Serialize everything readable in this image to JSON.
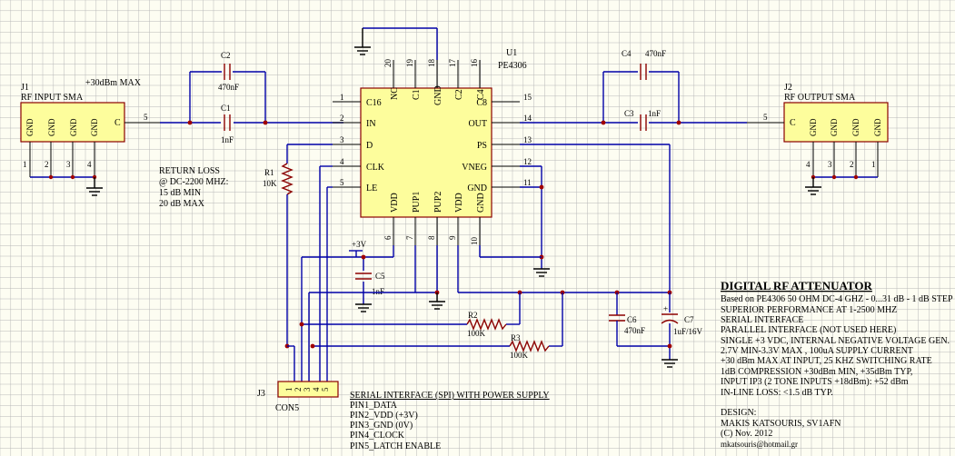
{
  "u1": {
    "ref": "U1",
    "part": "PE4306",
    "pins_left": [
      {
        "num": "1",
        "name": "C16"
      },
      {
        "num": "2",
        "name": "IN"
      },
      {
        "num": "3",
        "name": "D"
      },
      {
        "num": "4",
        "name": "CLK"
      },
      {
        "num": "5",
        "name": "LE"
      }
    ],
    "pins_right": [
      {
        "num": "15",
        "name": "C8"
      },
      {
        "num": "14",
        "name": "OUT"
      },
      {
        "num": "13",
        "name": "PS"
      },
      {
        "num": "12",
        "name": "VNEG"
      },
      {
        "num": "11",
        "name": "GND"
      }
    ],
    "pins_top": [
      {
        "num": "20",
        "name": "NC"
      },
      {
        "num": "19",
        "name": "C1"
      },
      {
        "num": "18",
        "name": "GND"
      },
      {
        "num": "17",
        "name": "C2"
      },
      {
        "num": "16",
        "name": "C4"
      }
    ],
    "pins_bottom": [
      {
        "num": "6",
        "name": "VDD"
      },
      {
        "num": "7",
        "name": "PUP1"
      },
      {
        "num": "8",
        "name": "PUP2"
      },
      {
        "num": "9",
        "name": "VDD"
      },
      {
        "num": "10",
        "name": "GND"
      }
    ]
  },
  "j1": {
    "ref": "J1",
    "name": "RF INPUT SMA",
    "rating": "+30dBm MAX",
    "pin_labels": [
      "GND",
      "GND",
      "GND",
      "GND",
      "C"
    ],
    "pin_nums": [
      "1",
      "2",
      "3",
      "4"
    ],
    "signal_pin": "5"
  },
  "j2": {
    "ref": "J2",
    "name": "RF OUTPUT SMA",
    "pin_labels": [
      "C",
      "GND",
      "GND",
      "GND",
      "GND"
    ],
    "pin_nums": [
      "4",
      "3",
      "2",
      "1"
    ],
    "signal_pin": "5"
  },
  "j3": {
    "ref": "J3",
    "part": "CON5",
    "pin_nums": [
      "1",
      "2",
      "3",
      "4",
      "5"
    ]
  },
  "components": {
    "c1": {
      "ref": "C1",
      "value": "1nF"
    },
    "c2": {
      "ref": "C2",
      "value": "470nF"
    },
    "c3": {
      "ref": "C3",
      "value": "1nF"
    },
    "c4": {
      "ref": "C4",
      "value": "470nF"
    },
    "c5": {
      "ref": "C5",
      "value": "1nF"
    },
    "c6": {
      "ref": "C6",
      "value": "470nF"
    },
    "c7": {
      "ref": "C7",
      "value": "1uF/16V"
    },
    "r1": {
      "ref": "R1",
      "value": "10K"
    },
    "r2": {
      "ref": "R2",
      "value": "100K"
    },
    "r3": {
      "ref": "R3",
      "value": "100K"
    }
  },
  "vcc_label": "+3V",
  "return_loss": [
    "RETURN LOSS",
    "@ DC-2200 MHZ:",
    "15 dB MIN",
    "20 dB MAX"
  ],
  "spi_notes": {
    "title": "SERIAL INTERFACE (SPI) WITH POWER SUPPLY",
    "pins": [
      "PIN1_DATA",
      "PIN2_VDD (+3V)",
      "PIN3_GND (0V)",
      "PIN4_CLOCK",
      "PIN5_LATCH ENABLE"
    ]
  },
  "info": {
    "title": "DIGITAL RF ATTENUATOR",
    "lines": [
      "Based on PE4306 50 OHM DC-4 GHZ - 0...31 dB - 1 dB STEP",
      "SUPERIOR PERFORMANCE AT 1-2500 MHZ",
      "SERIAL INTERFACE",
      "PARALLEL INTERFACE (NOT USED HERE)",
      "SINGLE +3 VDC, INTERNAL NEGATIVE VOLTAGE GEN.",
      "2.7V MIN-3.3V MAX , 100uA SUPPLY CURRENT",
      "+30 dBm MAX AT INPUT, 25 KHZ SWITCHING RATE",
      "1dB COMPRESSION +30dBm MIN, +35dBm TYP,",
      "INPUT IP3 (2 TONE INPUTS +18dBm): +52 dBm",
      "IN-LINE LOSS: <1.5 dB TYP."
    ],
    "design_label": "DESIGN:",
    "design_lines": [
      "MAKIS KATSOURIS, SV1AFN",
      "(C) Nov. 2012",
      "mkatsouris@hotmail.gr"
    ]
  },
  "colors": {
    "background": "#fdfdf2",
    "grid": "#b8b8b8",
    "wire": "#0000a8",
    "component_outline": "#8b0000",
    "ic_fill": "#fdfd9c"
  }
}
